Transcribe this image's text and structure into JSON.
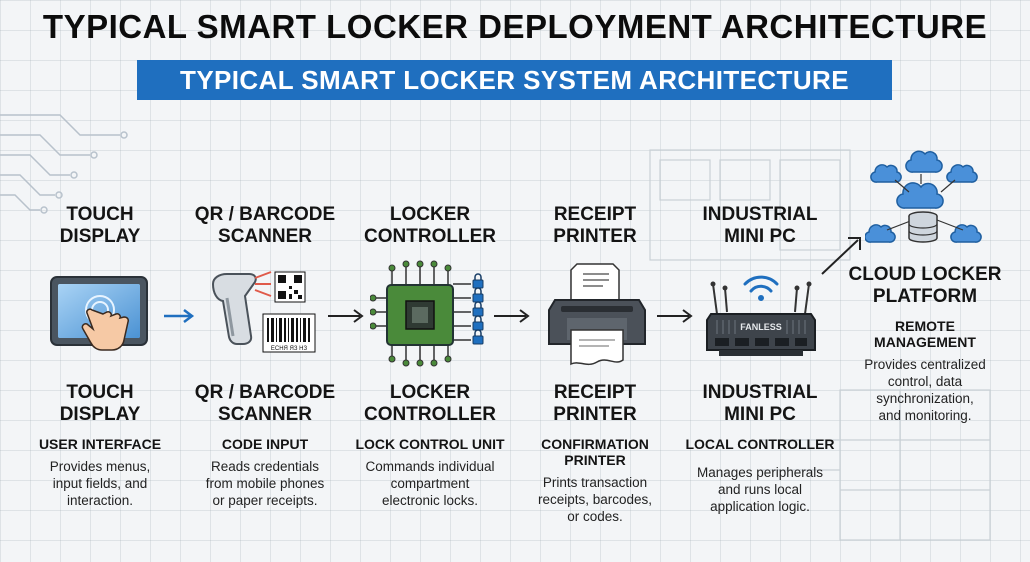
{
  "title": "TYPICAL SMART LOCKER DEPLOYMENT ARCHITECTURE",
  "subtitle": "TYPICAL SMART LOCKER SYSTEM ARCHITECTURE",
  "components": [
    {
      "top_name": [
        "TOUCH",
        "DISPLAY"
      ],
      "name": [
        "TOUCH",
        "DISPLAY"
      ],
      "role": "USER INTERFACE",
      "description": [
        "Provides menus,",
        "input fields, and",
        "interaction."
      ],
      "icon": "touchscreen-icon"
    },
    {
      "top_name": [
        "QR / BARCODE",
        "SCANNER"
      ],
      "name": [
        "QR / BARCODE",
        "SCANNER"
      ],
      "role": "CODE INPUT",
      "description": [
        "Reads credentials",
        "from mobile phones",
        "or paper receipts."
      ],
      "icon": "barcode-scanner-icon"
    },
    {
      "top_name": [
        "LOCKER",
        "CONTROLLER"
      ],
      "name": [
        "LOCKER",
        "CONTROLLER"
      ],
      "role": "LOCK CONTROL UNIT",
      "description": [
        "Commands individual",
        "compartment",
        "electronic locks."
      ],
      "icon": "controller-chip-icon"
    },
    {
      "top_name": [
        "RECEIPT",
        "PRINTER"
      ],
      "name": [
        "RECEIPT",
        "PRINTER"
      ],
      "role": [
        "CONFIRMATION",
        "PRINTER"
      ],
      "description": [
        "Prints transaction",
        "receipts, barcodes,",
        "or codes."
      ],
      "icon": "receipt-printer-icon"
    },
    {
      "top_name": [
        "INDUSTRIAL",
        "MINI PC"
      ],
      "name": [
        "INDUSTRIAL",
        "MINI PC"
      ],
      "role": "LOCAL CONTROLLER",
      "description": [
        "Manages peripherals",
        "and runs local",
        "application logic."
      ],
      "icon": "mini-pc-icon",
      "device_label": "FANLESS"
    },
    {
      "name": [
        "CLOUD LOCKER",
        "PLATFORM"
      ],
      "role": [
        "REMOTE",
        "MANAGEMENT"
      ],
      "description": [
        "Provides centralized",
        "control, data",
        "synchronization,",
        "and monitoring."
      ],
      "icon": "cloud-database-icon"
    }
  ],
  "barcode_caption": "ЕСНЯ ЯЗ НЗ",
  "colors": {
    "accent": "#1f6fbf",
    "chip": "#4a8a3a",
    "arrow": "#1f6fbf"
  }
}
